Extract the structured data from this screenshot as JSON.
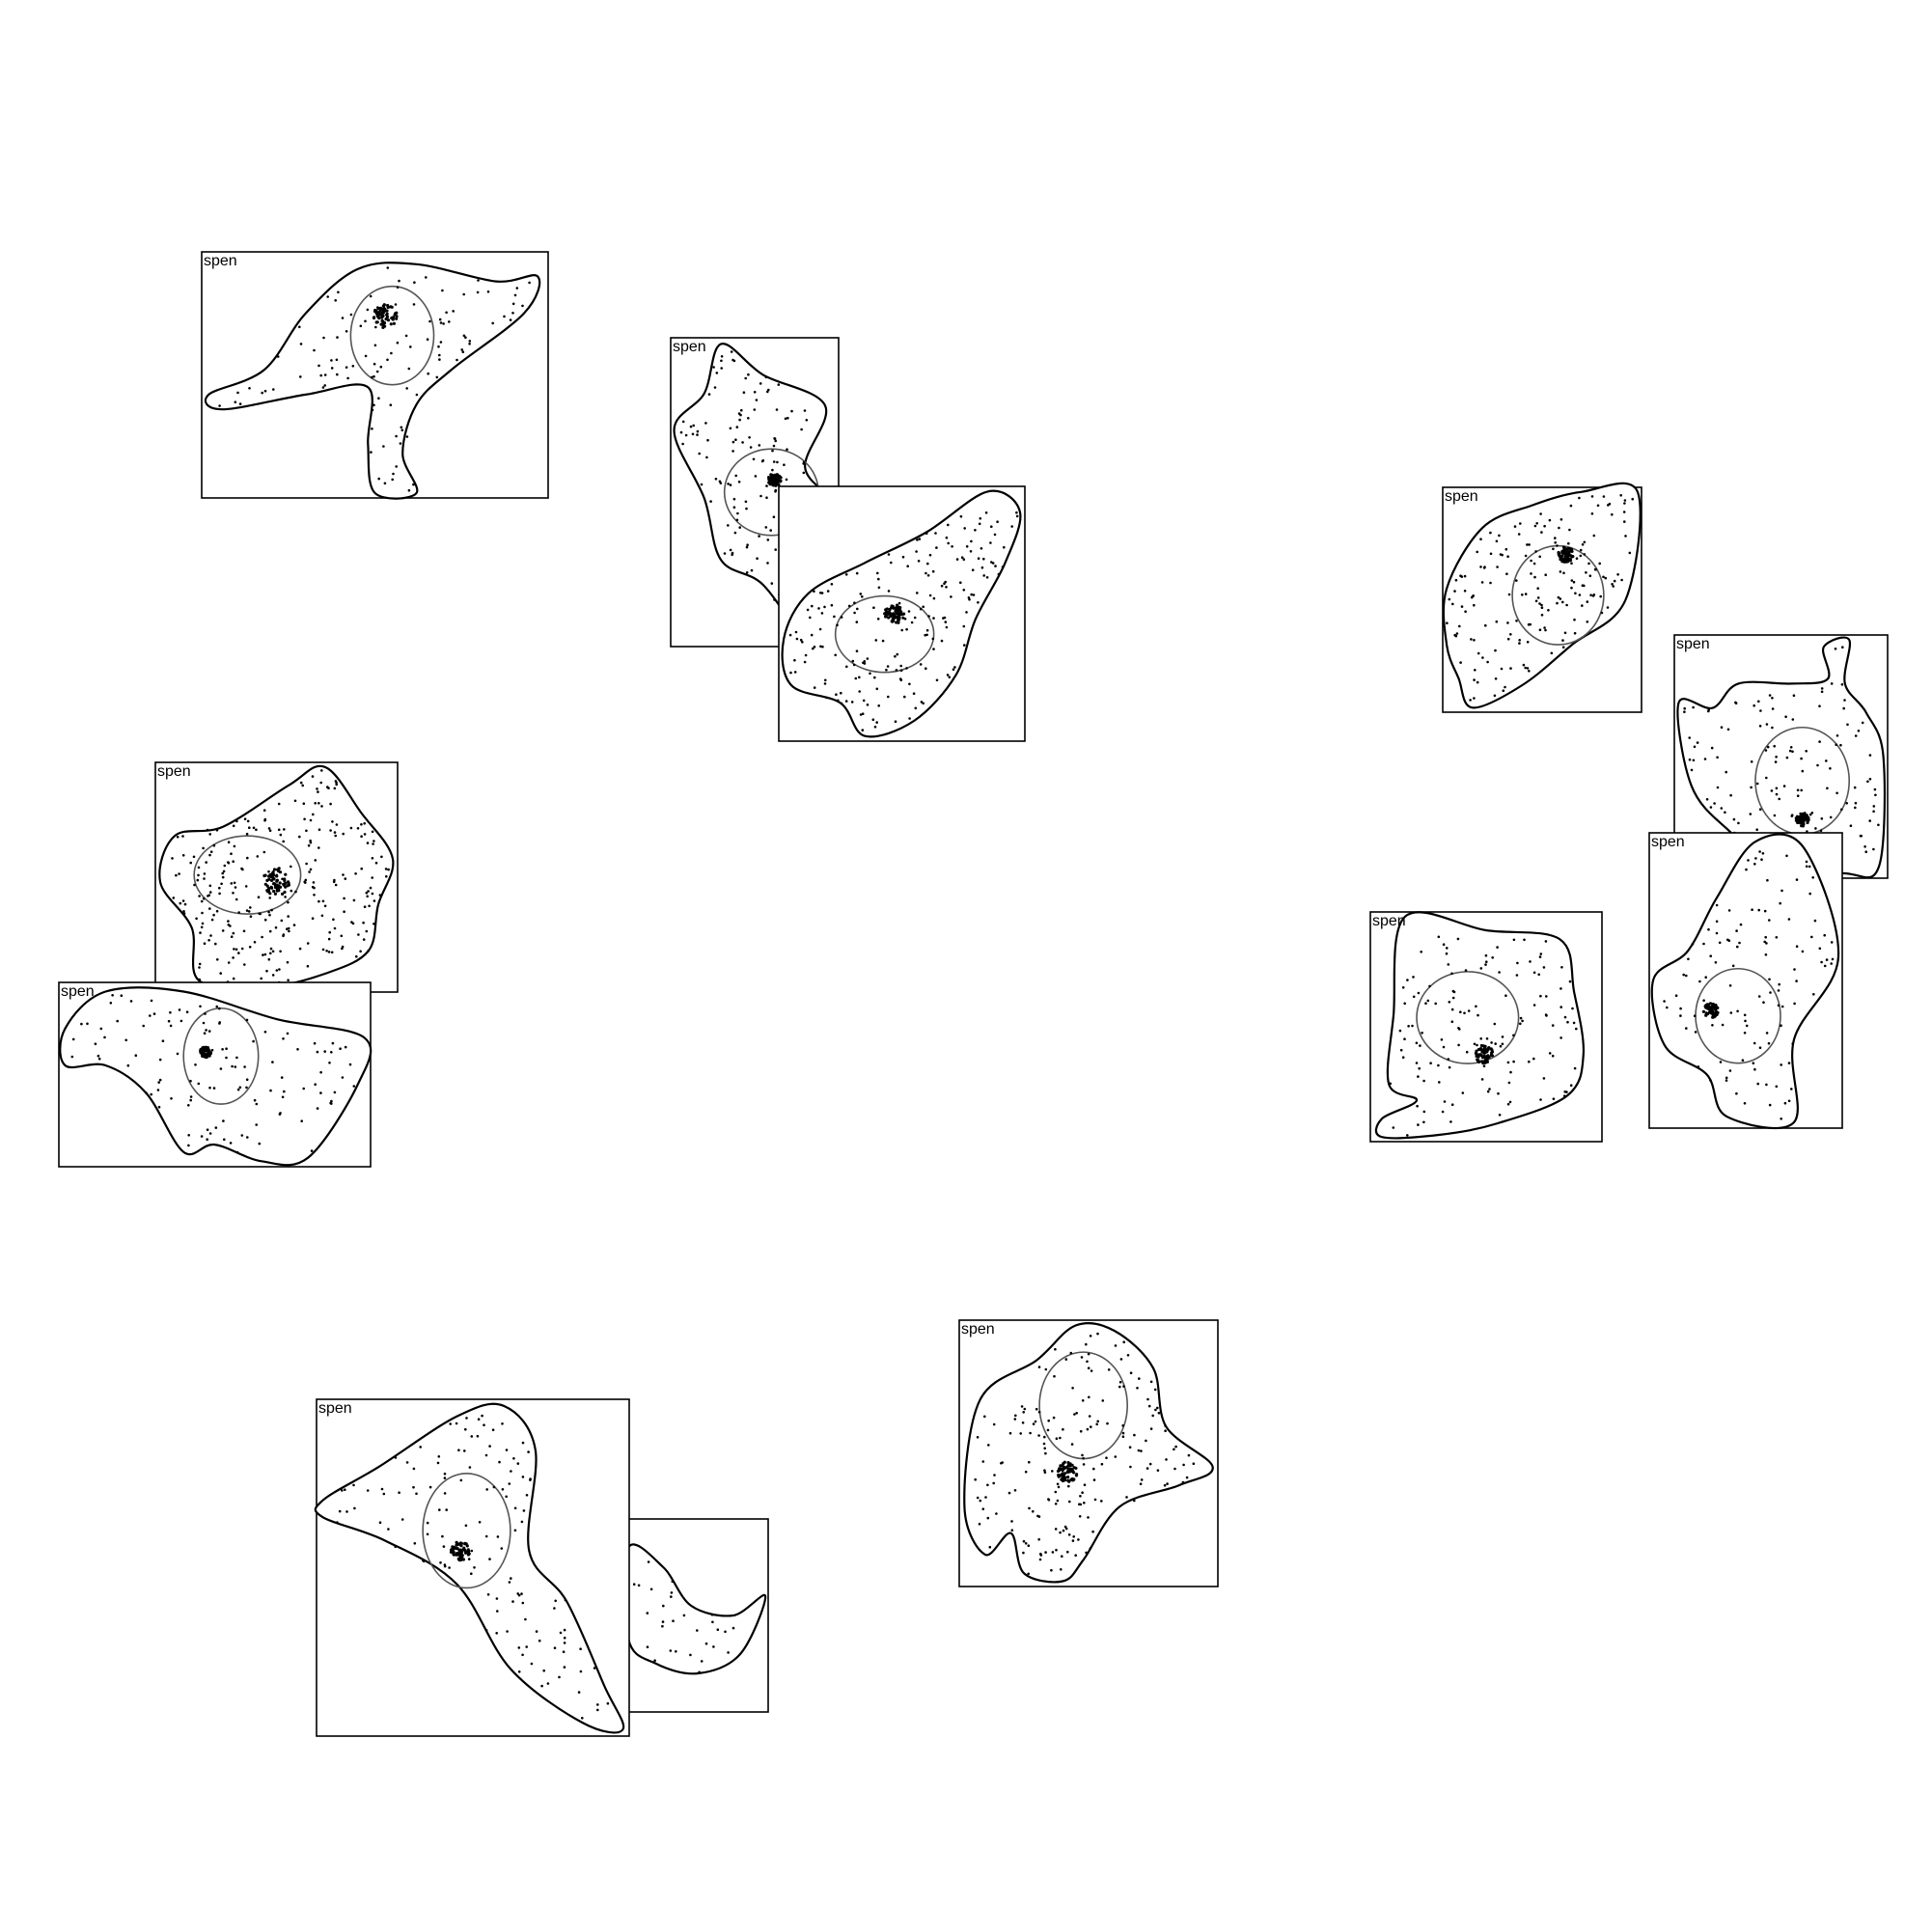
{
  "figure": {
    "panel_label": "spen",
    "panels": [
      {
        "id": "p1",
        "label_shown": true
      },
      {
        "id": "p2",
        "label_shown": true
      },
      {
        "id": "p3",
        "label_shown": false
      },
      {
        "id": "p4",
        "label_shown": true
      },
      {
        "id": "p5",
        "label_shown": true
      },
      {
        "id": "p6",
        "label_shown": true
      },
      {
        "id": "p7",
        "label_shown": true
      },
      {
        "id": "p8",
        "label_shown": true
      },
      {
        "id": "p9",
        "label_shown": true
      },
      {
        "id": "p10",
        "label_shown": false
      },
      {
        "id": "p11",
        "label_shown": true
      },
      {
        "id": "p12",
        "label_shown": true
      }
    ],
    "colors": {
      "background": "#ffffff",
      "outline": "#000000",
      "nucleus": "#555555",
      "dots": "#000000"
    }
  }
}
